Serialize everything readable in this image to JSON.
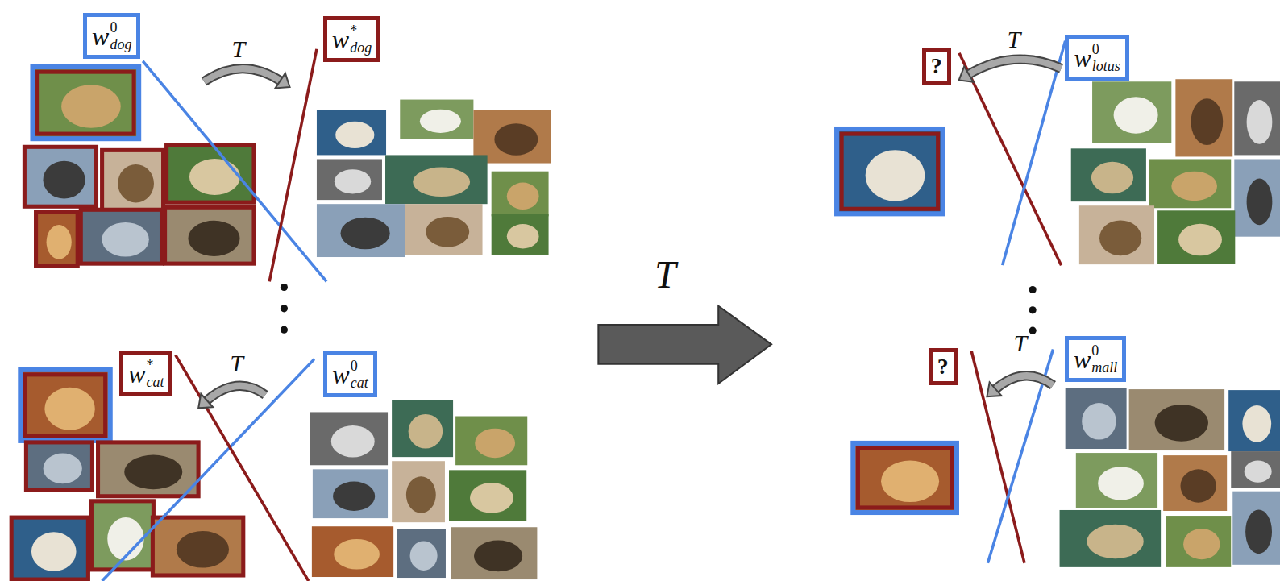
{
  "diagram": {
    "nodes": [
      {
        "text": [
          "w",
          "0",
          "dog"
        ]
      },
      {
        "text": [
          "w",
          "*",
          "dog"
        ]
      },
      {
        "text": [
          "w",
          "*",
          "cat"
        ]
      },
      {
        "text": [
          "w",
          "0",
          "cat"
        ]
      },
      {
        "text": [
          "?"
        ]
      },
      {
        "text": [
          "w",
          "0",
          "lotus"
        ]
      },
      {
        "text": [
          "?"
        ]
      },
      {
        "text": [
          "w",
          "0",
          "mall"
        ]
      }
    ],
    "labels": [
      "T",
      "T",
      "T",
      "T",
      "T"
    ]
  }
}
